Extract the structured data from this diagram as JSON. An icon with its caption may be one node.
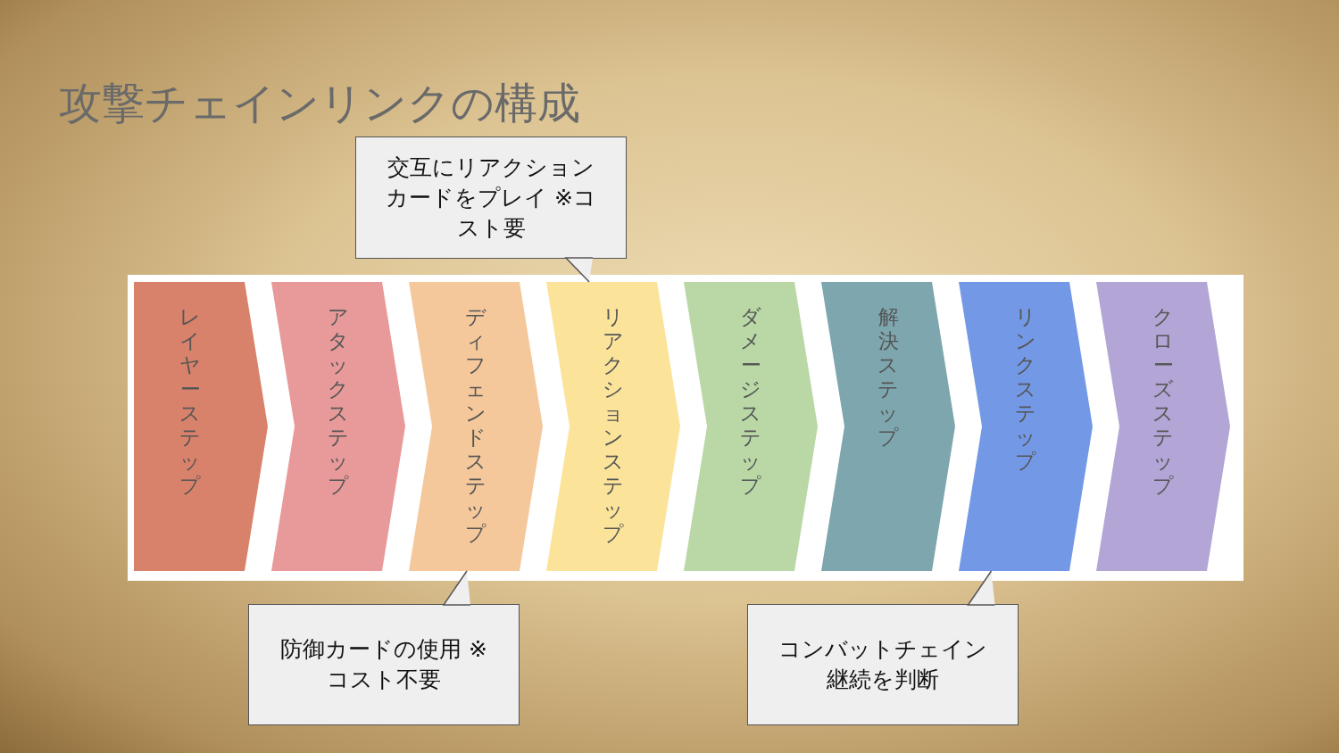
{
  "diagram": {
    "title": "攻撃チェインリンクの構成",
    "nodes": [
      {
        "text": [
          "レイヤーステップ"
        ]
      },
      {
        "text": [
          "アタックステップ"
        ]
      },
      {
        "text": [
          "ディフェンドステップ"
        ]
      },
      {
        "text": [
          "リアクションステップ"
        ]
      },
      {
        "text": [
          "ダメージステップ"
        ]
      },
      {
        "text": [
          "解決ステップ"
        ]
      },
      {
        "text": [
          "リンクステップ"
        ]
      },
      {
        "text": [
          "クローズステップ"
        ]
      },
      {
        "text": [
          "交互にリアクションカードをプレイ ※コスト要"
        ]
      },
      {
        "text": [
          "防御カードの使用 ※コスト不要"
        ]
      },
      {
        "text": [
          "コンバットチェイン継続を判断"
        ]
      }
    ],
    "edges": [
      {
        "from": 8,
        "to": 3,
        "arrow": "to"
      },
      {
        "from": 9,
        "to": 2,
        "arrow": "to"
      },
      {
        "from": 10,
        "to": 6,
        "arrow": "to"
      }
    ]
  }
}
